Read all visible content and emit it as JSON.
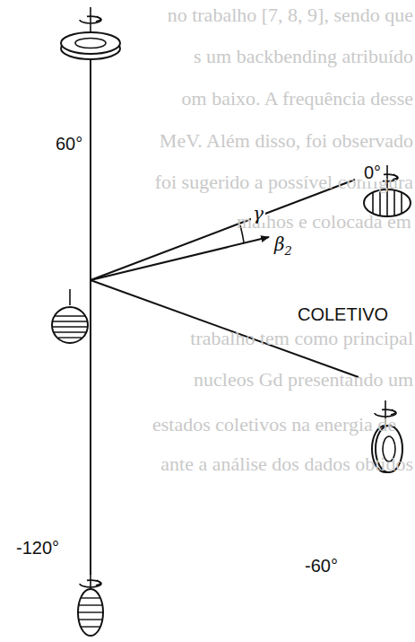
{
  "diagram": {
    "labels": [
      "no trabalho [7, 8, 9], sendo que",
      "s um backbending atribuído",
      "om baixo. A frequência desse",
      "MeV. Além disso, foi observado",
      "foi sugerido a possível configura",
      "malhos e colocada em",
      "trabalho tem como principal",
      "nucleos Gd presentando um",
      "estados coletivos na energia de",
      "ante a análise dos dados obtidos",
      "60°",
      "0°",
      "γ",
      "β2",
      "COLETIVO",
      "-120°",
      "-60°"
    ]
  }
}
